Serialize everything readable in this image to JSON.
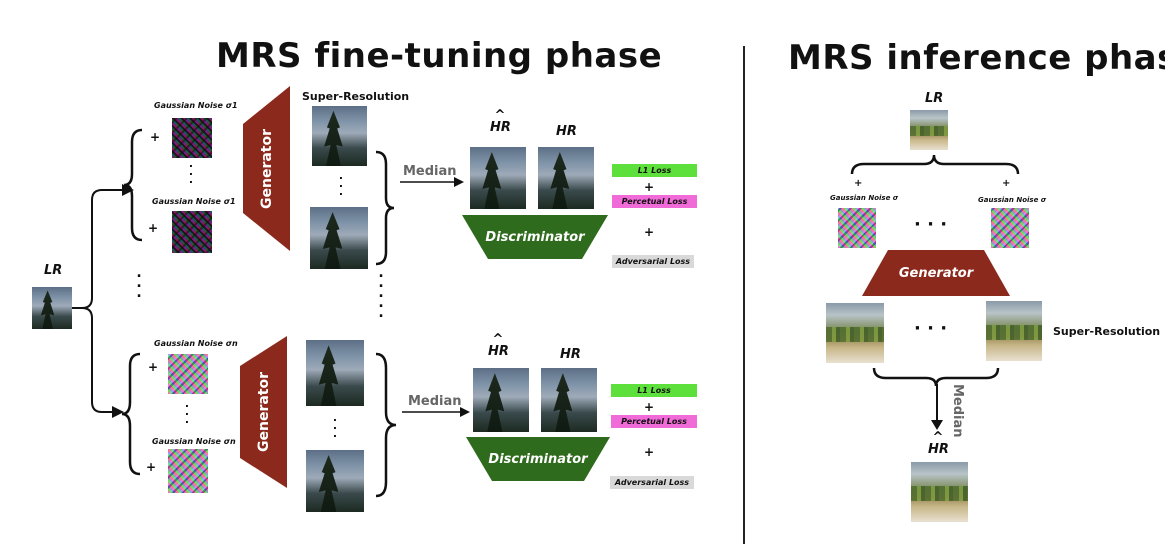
{
  "titles": {
    "finetune": "MRS fine-tuning phase",
    "inference": "MRS inference phase"
  },
  "labels": {
    "lr": "LR",
    "hr": "HR",
    "hr_hat": "HR",
    "hat": "^",
    "super_resolution": "Super-Resolution",
    "median": "Median",
    "generator": "Generator",
    "discriminator": "Discriminator",
    "plus": "+",
    "noise_sigma1": "Gaussian Noise σ1",
    "noise_sigman": "Gaussian Noise σn",
    "noise_sigma": "Gaussian Noise σ",
    "ellipsis": "· · ·"
  },
  "losses": {
    "l1": "L1 Loss",
    "perceptual": "Percetual Loss",
    "adversarial": "Adversarial Loss"
  },
  "colors": {
    "generator": "#8b2a1c",
    "discriminator": "#2f6b1d",
    "l1": "#5de03c",
    "perceptual": "#f06ad8",
    "adversarial": "#d9d9d9",
    "median_text": "#666666"
  }
}
